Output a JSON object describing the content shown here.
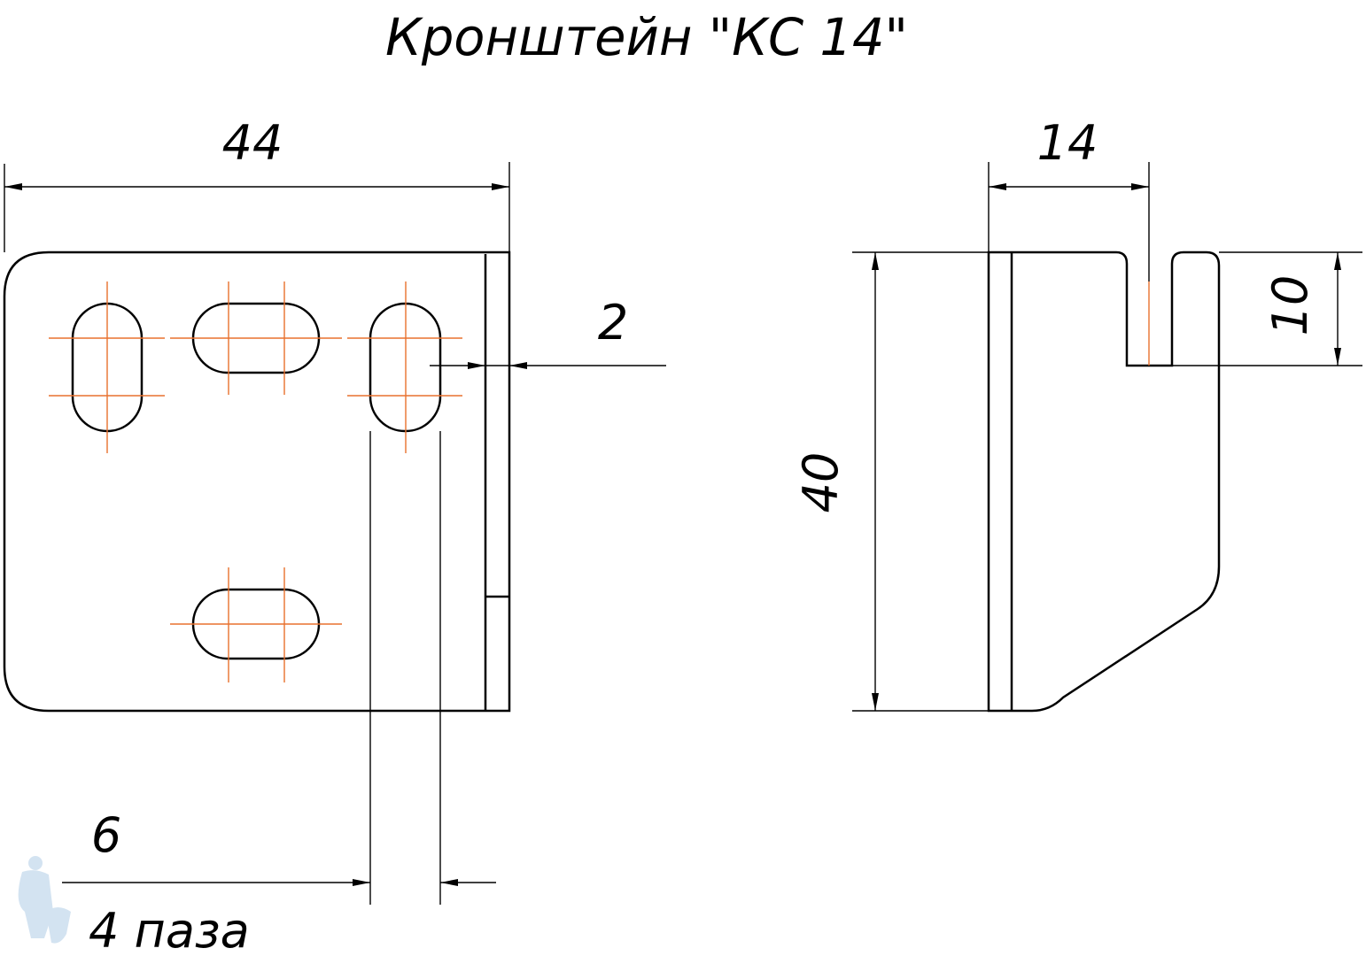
{
  "title": "Кронштейн \"КС 14\"",
  "dimensions": {
    "width": "44",
    "thickness": "2",
    "slot_width": "6",
    "slots_count_note": "4 паза",
    "depth": "14",
    "height": "40",
    "notch": "10"
  },
  "colors": {
    "outline": "#000000",
    "centerline": "#e8712e",
    "watermark": "#cfe0f0"
  }
}
